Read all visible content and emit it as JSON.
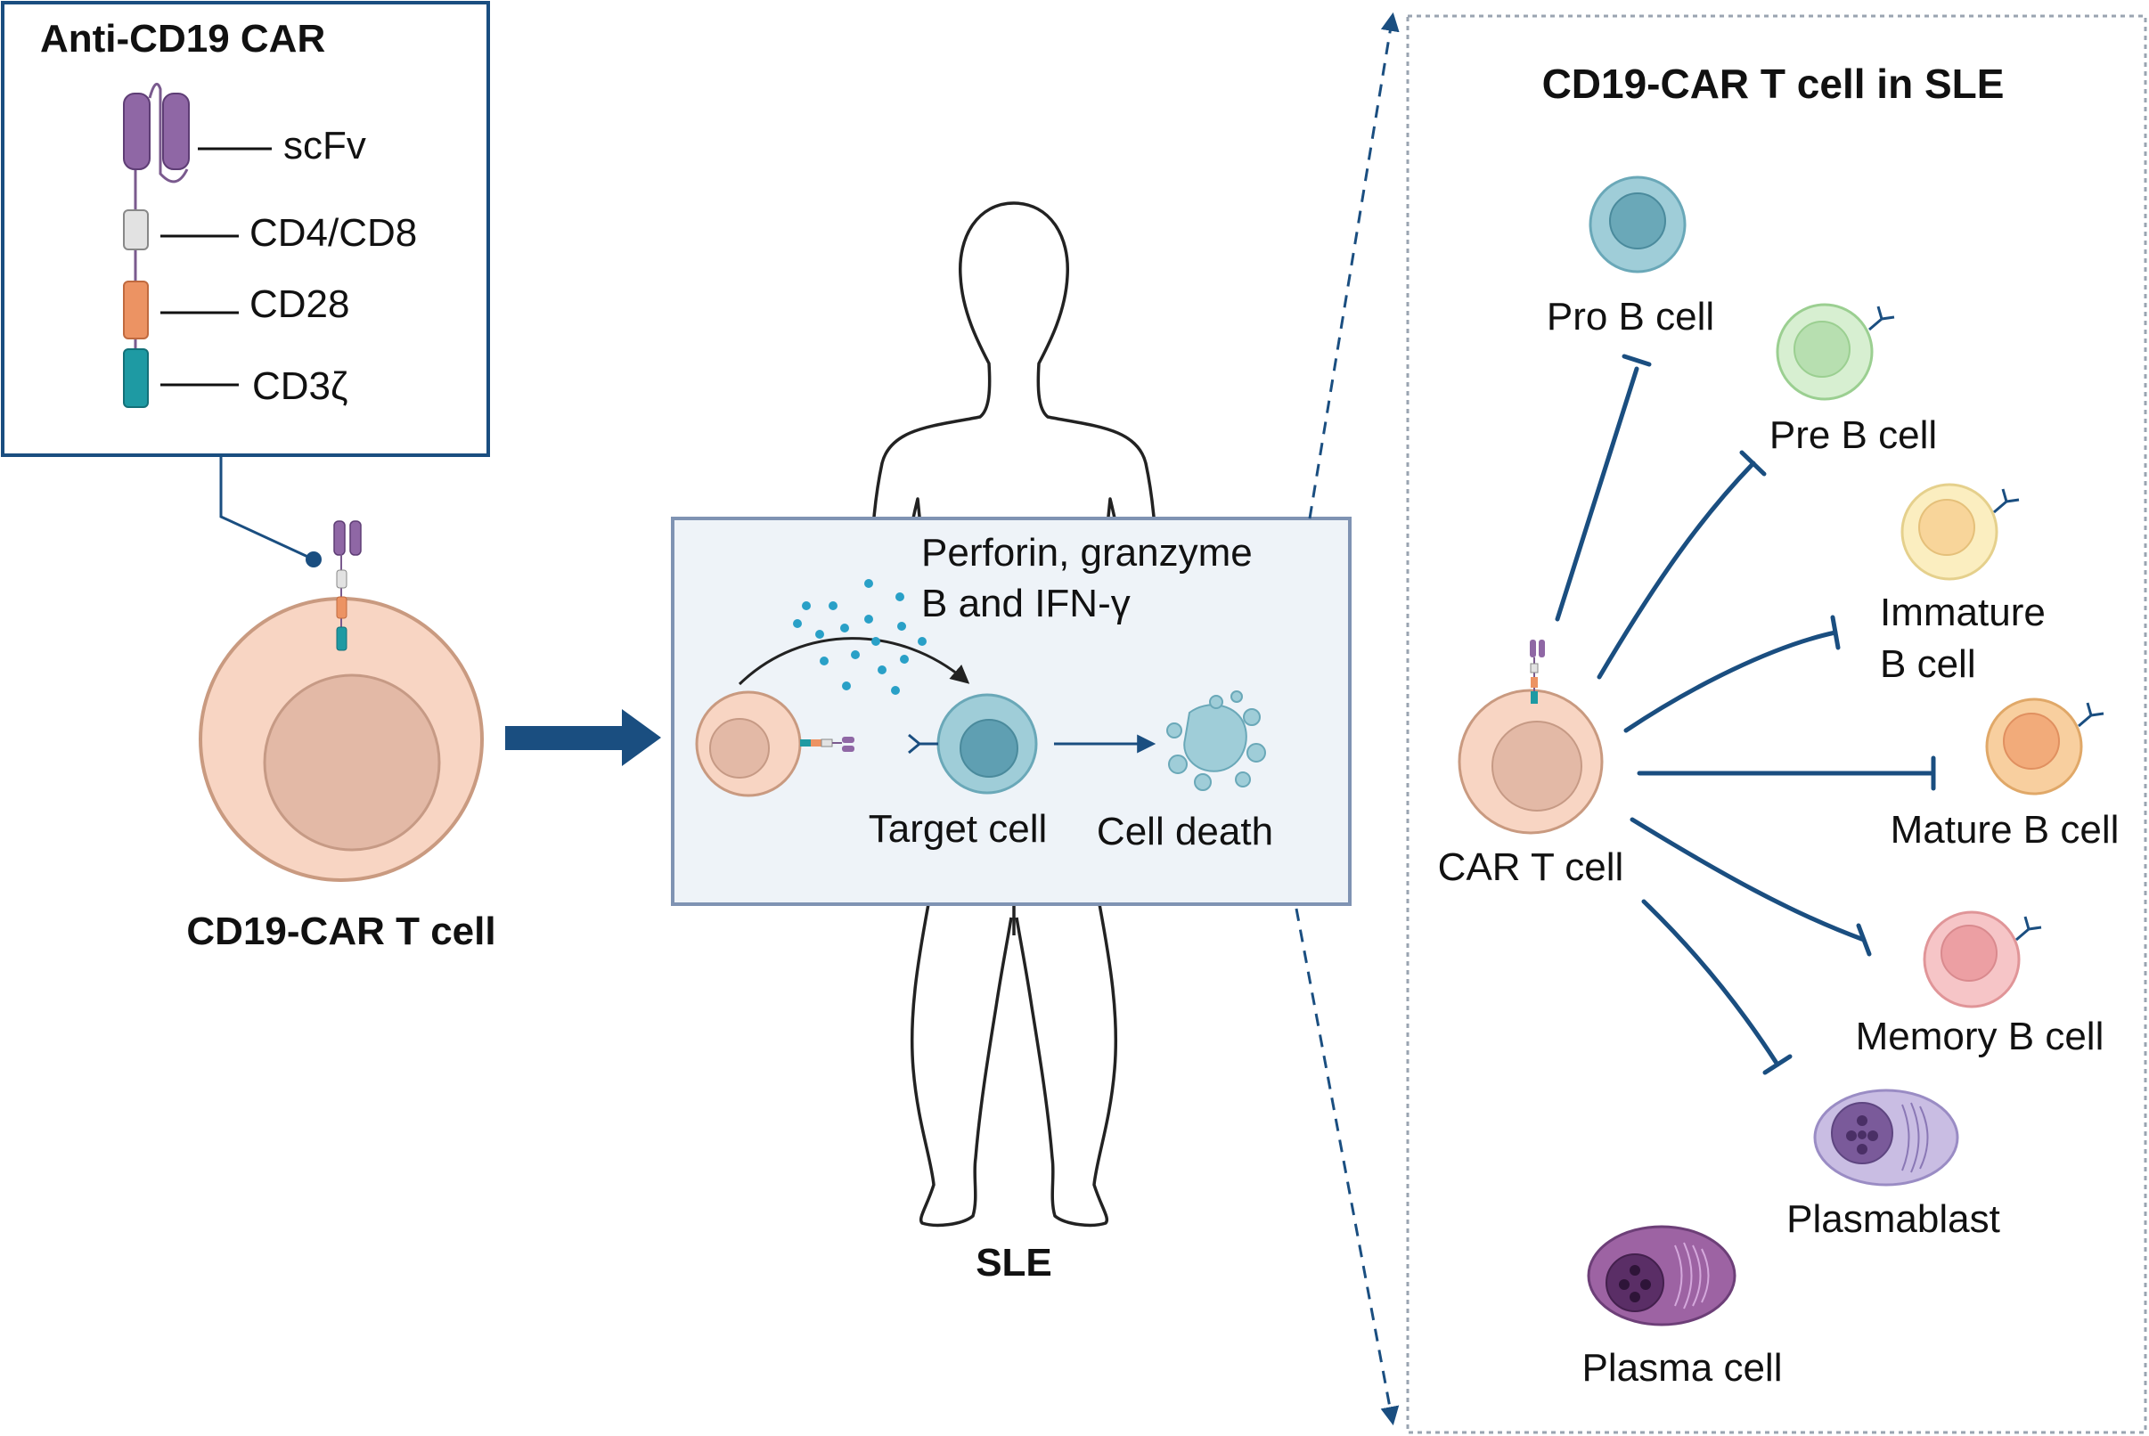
{
  "colors": {
    "navy": "#1a4e80",
    "box_border": "#1a4e80",
    "panel_fill": "#eef3f8",
    "panel_border": "#7f93b3",
    "car_t_outer": "#f8d5c3",
    "car_t_inner": "#e3b9a6",
    "scfv": "#8f67a5",
    "cd4cd8": "#e2e2e2",
    "cd28": "#ec9363",
    "cd3z": "#1e9aa3",
    "pro_b": "#9fcdd8",
    "pre_b": "#d7efd1",
    "immature_b": "#fbeec0",
    "mature_b": "#f8cf9f",
    "memory_b": "#f6c5c7",
    "plasmablast": "#c9bde3",
    "plasma": "#9d63a3"
  },
  "car_construct": {
    "title": "Anti-CD19 CAR",
    "domains": [
      {
        "label": "scFv"
      },
      {
        "label": "CD4/CD8"
      },
      {
        "label": "CD28"
      },
      {
        "label": "CD3ζ"
      }
    ]
  },
  "left_cell": {
    "label": "CD19-CAR T cell"
  },
  "human": {
    "label": "SLE"
  },
  "mechanism": {
    "cytokines_line1": "Perforin, granzyme",
    "cytokines_line2": "B and IFN-γ",
    "target_label": "Target cell",
    "death_label": "Cell death"
  },
  "right_panel": {
    "title": "CD19-CAR T cell in SLE",
    "car_t_label": "CAR T cell",
    "targets": [
      {
        "lines": [
          "Pro B cell"
        ]
      },
      {
        "lines": [
          "Pre B cell"
        ]
      },
      {
        "lines": [
          "Immature",
          "B cell"
        ]
      },
      {
        "lines": [
          "Mature B cell"
        ]
      },
      {
        "lines": [
          "Memory B cell"
        ]
      },
      {
        "lines": [
          "Plasmablast"
        ]
      },
      {
        "lines": [
          "Plasma cell"
        ]
      }
    ]
  }
}
